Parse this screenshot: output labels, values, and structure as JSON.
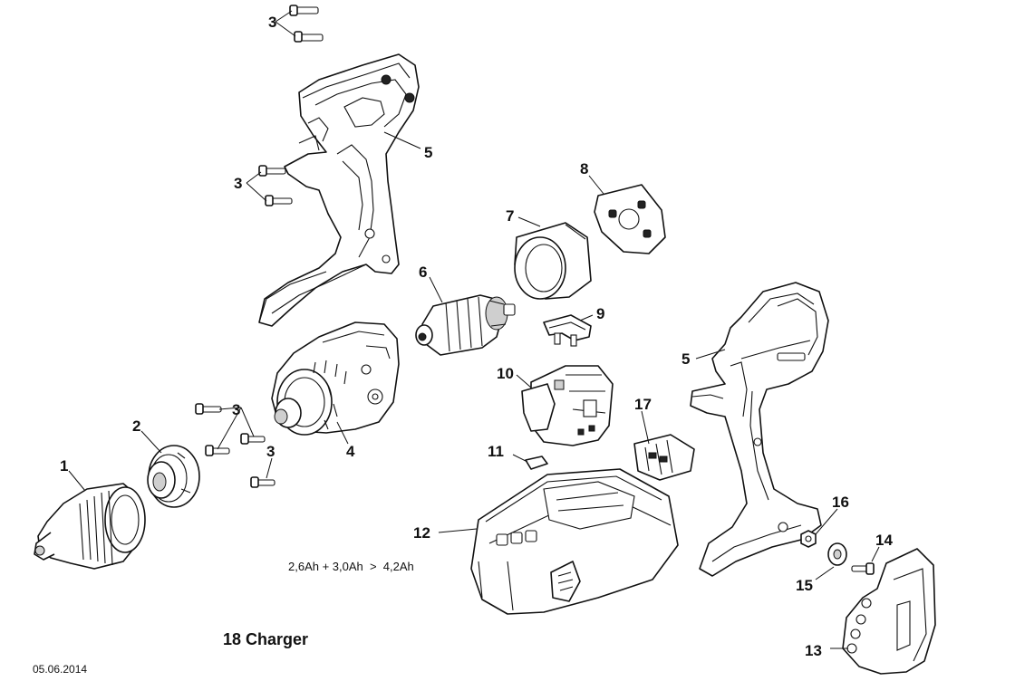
{
  "callouts": {
    "c1": "1",
    "c2": "2",
    "c3a": "3",
    "c3b": "3",
    "c3c": "3",
    "c3d": "3",
    "c4": "4",
    "c5a": "5",
    "c5b": "5",
    "c6": "6",
    "c7": "7",
    "c8": "8",
    "c9": "9",
    "c10": "10",
    "c11": "11",
    "c12": "12",
    "c13": "13",
    "c14": "14",
    "c15": "15",
    "c16": "16",
    "c17": "17"
  },
  "battery_note": "2,6Ah + 3,0Ah  >  4,2Ah",
  "charger_label": "18 Charger",
  "date": "05.06.2014"
}
